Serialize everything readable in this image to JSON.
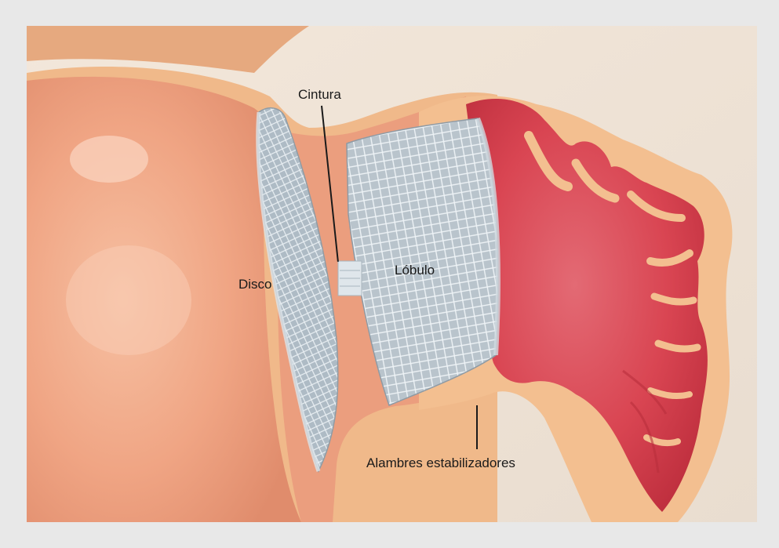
{
  "labels": {
    "cintura": "Cintura",
    "disco": "Disco",
    "lobulo": "Lóbulo",
    "alambres": "Alambres estabilizadores"
  },
  "colors": {
    "background": "#efe3d6",
    "atrium_wall": "#eea583",
    "tissue_outline": "#f0b98a",
    "appendage_interior": "#d8404e",
    "mesh_device": "#b7c3cc",
    "frame": "#e8e8e8"
  }
}
